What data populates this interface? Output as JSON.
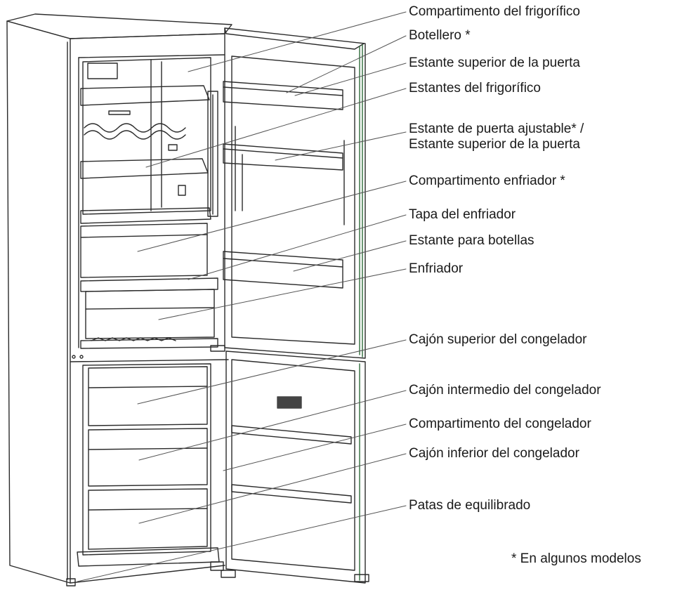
{
  "labels": [
    "Compartimento del frigorífico",
    "Botellero *",
    "Estante superior de la puerta",
    "Estantes del frigorífico",
    "Estante de puerta ajustable* /",
    "Estante superior de la puerta",
    "Compartimento enfriador *",
    "Tapa del enfriador",
    "Estante para botellas",
    "Enfriador",
    "Cajón superior del congelador",
    "Cajón intermedio del congelador",
    "Compartimento del congelador",
    "Cajón inferior del congelador",
    "Patas de equilibrado"
  ],
  "footnote": "* En algunos modelos",
  "colors": {
    "line": "#2b2b2b",
    "leader": "#555555",
    "door_edge": "#2e6b3a",
    "display_panel": "#444444"
  }
}
